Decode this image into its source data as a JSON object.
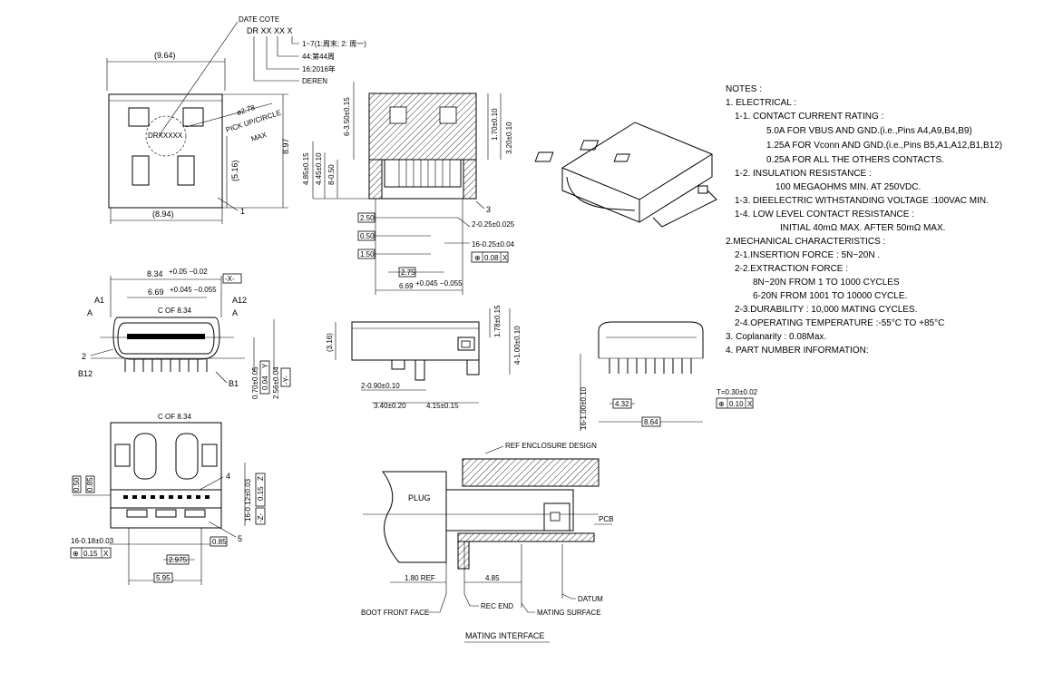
{
  "date_code": {
    "title": "DATE COTE",
    "code": "DR XX XX X",
    "week_day": "1~7(1:周末; 2: 周一)",
    "week": "44:第44周",
    "year": "16:2016年",
    "maker": "DEREN"
  },
  "top_view": {
    "dim_width_ref": "(9.64)",
    "dim_inner_ref": "(8.94)",
    "dim_height": "8.97",
    "dim_mid": "(5.16)",
    "marking": "DRXXXXX",
    "pick_up": "PICK UP/CIRCLE",
    "pick_dia": "ø2.78",
    "pick_max": "MAX",
    "callout_1": "1"
  },
  "side_view": {
    "dim_top": "6-3.50±0.15",
    "dim_485": "4.85±0.15",
    "dim_445": "4.45±0.10",
    "dim_8050": "8-0.50",
    "dim_170": "1.70±0.10",
    "dim_320": "3.20±0.10",
    "dim_250": "2.50",
    "dim_050": "0.50",
    "dim_150": "1.50",
    "dim_275": "2.75",
    "dim_2025": "2-0.25±0.025",
    "dim_16025": "16-0.25±0.04",
    "tol_pos": "⊕",
    "tol_val": "0.08",
    "tol_ref": "X",
    "dim_669": "6.69",
    "dim_669_tol": "+0.045 −0.055",
    "callout_3": "3"
  },
  "front_view": {
    "dim_834": "8.34",
    "dim_834_tol": "+0.05 −0.02",
    "datum_x": "-X-",
    "dim_669": "6.69",
    "dim_669_tol": "+0.045 −0.055",
    "cl": "C OF 8.34",
    "a1": "A1",
    "a12": "A12",
    "a_left": "A",
    "a_right": "A",
    "callout_2": "2",
    "b12": "B12",
    "b1": "B1",
    "dim_070": "0.70±0.05",
    "tol_004": "0.04",
    "tol_y_ref": "Y",
    "dim_256": "2.56±0.04",
    "datum_y": "-Y-"
  },
  "bottom_view": {
    "cl": "C OF 8.34",
    "dim_050": "0.50",
    "dim_085v": "0.85",
    "dim_16012": "16-0.12±0.03",
    "tol_015": "0.15",
    "tol_z_ref": "Z",
    "datum_z": "-Z-",
    "callout_4": "4",
    "callout_5": "5",
    "dim_16018": "16-0.18±0.03",
    "tol_015b": "0.15",
    "tol_x_ref": "X",
    "dim_2975": "2.975",
    "dim_085": "0.85",
    "dim_595": "5.95"
  },
  "side_view2": {
    "dim_316": "(3.16)",
    "dim_178": "1.78±0.15",
    "dim_4100": "4-1.00±0.10",
    "dim_2090": "2-0.90±0.10",
    "dim_340": "3.40±0.20",
    "dim_415": "4.15±0.15"
  },
  "rear_view": {
    "dim_16100": "16-1.00±0.10",
    "dim_432": "4.32",
    "dim_864": "8.64",
    "dim_t": "T=0.30±0.02",
    "tol_010": "0.10",
    "tol_ref": "X"
  },
  "mating": {
    "ref_enclosure": "REF ENCLOSURE DESIGN",
    "plug": "PLUG",
    "pcb": "PCB",
    "dim_180": "1.80 REF",
    "dim_485": "4.85",
    "datum": "DATUM",
    "boot": "BOOT FRONT FACE",
    "rec_end": "REC END",
    "mating_surface": "MATING SURFACE",
    "title": "MATING INTERFACE"
  },
  "notes": {
    "title": "NOTES :",
    "lines": [
      "1. ELECTRICAL :",
      "1-1. CONTACT CURRENT RATING :",
      "5.0A FOR VBUS AND GND.(i.e.,Pins A4,A9,B4,B9)",
      "1.25A FOR Vconn AND GND.(i.e.,Pins B5,A1,A12,B1,B12)",
      "0.25A FOR ALL THE OTHERS CONTACTS.",
      "1-2. INSULATION RESISTANCE :",
      "100 MEGAOHMS MIN. AT 250VDC.",
      "1-3. DIEELECTRIC WITHSTANDING VOLTAGE :100VAC MIN.",
      "1-4. LOW LEVEL CONTACT RESISTANCE :",
      "INITIAL 40mΩ MAX. AFTER 50mΩ MAX.",
      "2.MECHANICAL CHARACTERISTICS :",
      "2-1.INSERTION FORCE : 5N~20N .",
      "2-2.EXTRACTION FORCE :",
      "8N~20N FROM 1 TO 1000 CYCLES",
      "6-20N FROM 1001 TO 10000 CYCLE.",
      "2-3.DURABILITY : 10,000 MATING CYCLES.",
      "2-4.OPERATING TEMPERATURE :-55°C TO +85°C",
      "3. Coplanarity : 0.08Max.",
      "4. PART NUMBER INFORMATION:"
    ]
  }
}
